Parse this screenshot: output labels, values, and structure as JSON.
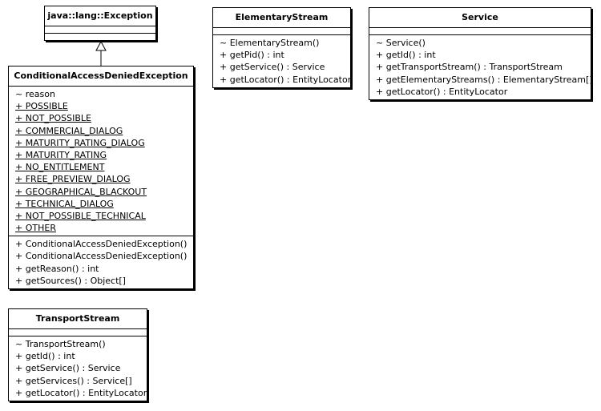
{
  "classes": [
    {
      "id": "java-lang-exception",
      "name": "java::lang::Exception",
      "attributes": [],
      "operations": []
    },
    {
      "id": "conditional-access-denied-exception",
      "name": "ConditionalAccessDeniedException",
      "attributes": [
        {
          "text": "~ reason",
          "static": false
        },
        {
          "text": "+ POSSIBLE",
          "static": true
        },
        {
          "text": "+ NOT_POSSIBLE",
          "static": true
        },
        {
          "text": "+ COMMERCIAL_DIALOG",
          "static": true
        },
        {
          "text": "+ MATURITY_RATING_DIALOG",
          "static": true
        },
        {
          "text": "+ MATURITY_RATING",
          "static": true
        },
        {
          "text": "+ NO_ENTITLEMENT",
          "static": true
        },
        {
          "text": "+ FREE_PREVIEW_DIALOG",
          "static": true
        },
        {
          "text": "+ GEOGRAPHICAL_BLACKOUT",
          "static": true
        },
        {
          "text": "+ TECHNICAL_DIALOG",
          "static": true
        },
        {
          "text": "+ NOT_POSSIBLE_TECHNICAL",
          "static": true
        },
        {
          "text": "+ OTHER",
          "static": true
        }
      ],
      "operations": [
        "+ ConditionalAccessDeniedException()",
        "+ ConditionalAccessDeniedException()",
        "+ getReason() : int",
        "+ getSources() : Object[]"
      ]
    },
    {
      "id": "transport-stream",
      "name": "TransportStream",
      "attributes": [],
      "operations": [
        "~ TransportStream()",
        "+ getId() : int",
        "+ getService() : Service",
        "+ getServices() : Service[]",
        "+ getLocator() : EntityLocator"
      ]
    },
    {
      "id": "elementary-stream",
      "name": "ElementaryStream",
      "attributes": [],
      "operations": [
        "~ ElementaryStream()",
        "+ getPid() : int",
        "+ getService() : Service",
        "+ getLocator() : EntityLocator"
      ]
    },
    {
      "id": "service",
      "name": "Service",
      "attributes": [],
      "operations": [
        "~ Service()",
        "+ getId() : int",
        "+ getTransportStream() : TransportStream",
        "+ getElementaryStreams() : ElementaryStream[]",
        "+ getLocator() : EntityLocator"
      ]
    }
  ],
  "relationships": [
    {
      "type": "generalization",
      "from": "conditional-access-denied-exception",
      "to": "java-lang-exception"
    }
  ]
}
